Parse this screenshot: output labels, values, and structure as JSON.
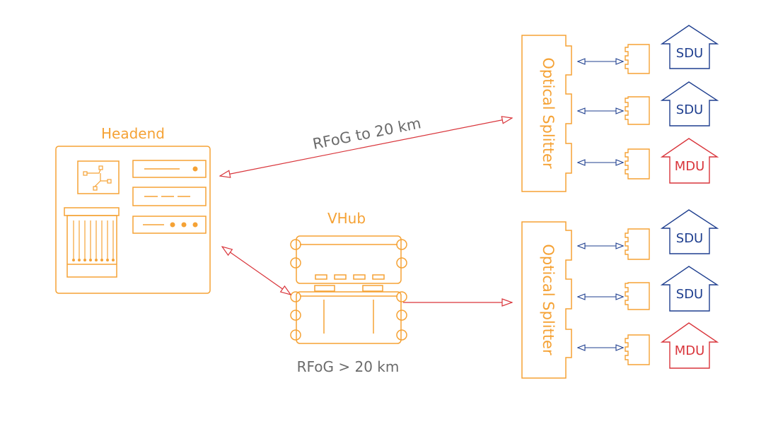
{
  "headend": {
    "label": "Headend"
  },
  "vhub": {
    "label": "VHub"
  },
  "links": {
    "direct": "RFoG to 20 km",
    "extended": "RFoG > 20 km"
  },
  "splitters": [
    {
      "label": "Optical Splitter"
    },
    {
      "label": "Optical Splitter"
    }
  ],
  "homes": [
    {
      "label": "SDU",
      "kind": "sdu"
    },
    {
      "label": "SDU",
      "kind": "sdu"
    },
    {
      "label": "MDU",
      "kind": "mdu"
    },
    {
      "label": "SDU",
      "kind": "sdu"
    },
    {
      "label": "SDU",
      "kind": "sdu"
    },
    {
      "label": "MDU",
      "kind": "mdu"
    }
  ],
  "colors": {
    "orange": "#F5A235",
    "red": "#D9353B",
    "blue": "#1F3F8F",
    "gray": "#6B6B6B"
  }
}
